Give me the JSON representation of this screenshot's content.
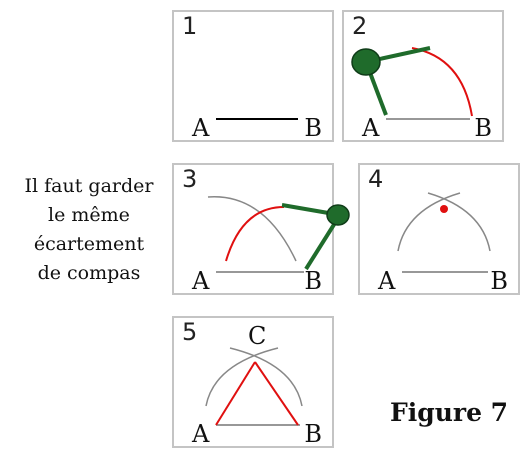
{
  "panels": [
    {
      "number": "1",
      "a": "A",
      "b": "B"
    },
    {
      "number": "2",
      "a": "A",
      "b": "B"
    },
    {
      "number": "3",
      "a": "A",
      "b": "B"
    },
    {
      "number": "4",
      "a": "A",
      "b": "B"
    },
    {
      "number": "5",
      "a": "A",
      "b": "B",
      "c": "C"
    }
  ],
  "note": [
    "Il faut garder",
    "le même",
    "écartement",
    "de compas"
  ],
  "figure_label": "Figure 7",
  "colors": {
    "construction": "#8c8c8c",
    "arc": "#e01010",
    "compass": "#1f6b2b",
    "border": "#c4c4c4",
    "point": "#e01010"
  }
}
